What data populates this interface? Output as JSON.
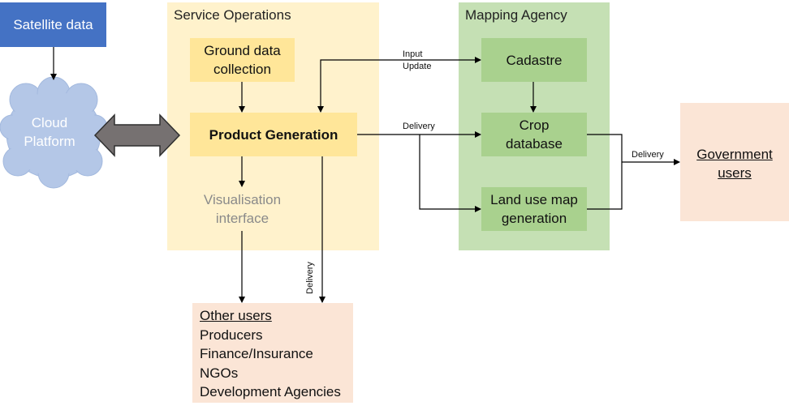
{
  "satellite": {
    "label": "Satellite data"
  },
  "cloud": {
    "line1": "Cloud",
    "line2": "Platform"
  },
  "service_ops": {
    "title": "Service Operations",
    "ground": {
      "line1": "Ground data",
      "line2": "collection"
    },
    "product": "Product Generation",
    "visual": {
      "line1": "Visualisation",
      "line2": "interface"
    }
  },
  "mapping": {
    "title": "Mapping Agency",
    "cadastre": "Cadastre",
    "crop": {
      "line1": "Crop",
      "line2": "database"
    },
    "landuse": {
      "line1": "Land use map",
      "line2": "generation"
    }
  },
  "gov": {
    "line1": "Government",
    "line2": "users"
  },
  "others": {
    "title": "Other users",
    "items": [
      "Producers",
      "Finance/Insurance",
      "NGOs",
      "Development Agencies"
    ]
  },
  "edges": {
    "input": "Input",
    "update": "Update",
    "delivery_crop": "Delivery",
    "delivery_gov": "Delivery",
    "delivery_vertical": "Delivery"
  },
  "colors": {
    "satellite_fill": "#4472c4",
    "cloud_fill": "#b4c7e7",
    "service_panel": "#fff2cc",
    "service_box": "#ffe699",
    "mapping_panel": "#c5e0b4",
    "mapping_box": "#a9d18e",
    "users_fill": "#fbe5d6",
    "double_arrow": "#767171"
  }
}
